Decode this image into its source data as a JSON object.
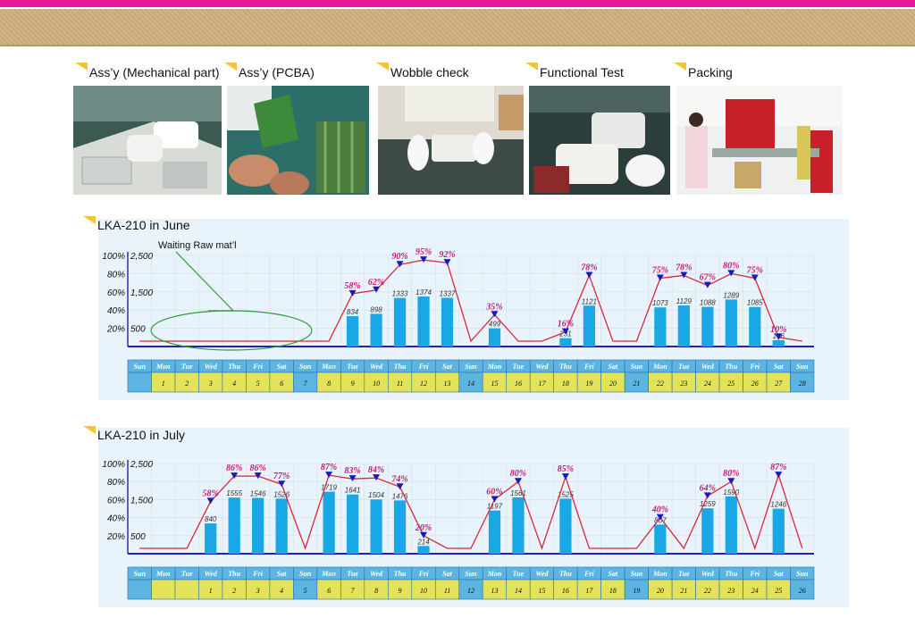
{
  "process_steps": [
    {
      "label": "Ass’y (Mechanical part)"
    },
    {
      "label": "Ass’y (PCBA)"
    },
    {
      "label": "Wobble check"
    },
    {
      "label": "Functional Test"
    },
    {
      "label": "Packing"
    }
  ],
  "colors": {
    "top_bar": "#e8189a",
    "banner": "#cdb07e",
    "bar": "#1aa7e6",
    "line": "#d9263a",
    "marker": "#1a1ab8",
    "percent_label": "#c0187a",
    "weekday_cell": "#e3e35a",
    "sunday_cell": "#5bb5e0",
    "panel": "#e9f3fc"
  },
  "chart_data": [
    {
      "type": "bar",
      "title": "LKA-210 in June",
      "y_left_ticks": [
        "100%",
        "80%",
        "60%",
        "40%",
        "20%"
      ],
      "y_right_ticks": [
        "2,500",
        "1,500",
        "500"
      ],
      "ylim": [
        0,
        2500
      ],
      "percent_lim": [
        0,
        100
      ],
      "annotation": "Waiting Raw mat’l",
      "grid": true,
      "calendar": [
        {
          "day": "Sun",
          "date": ""
        },
        {
          "day": "Mon",
          "date": "1"
        },
        {
          "day": "Tue",
          "date": "2"
        },
        {
          "day": "Wed",
          "date": "3"
        },
        {
          "day": "Thu",
          "date": "4"
        },
        {
          "day": "Fri",
          "date": "5"
        },
        {
          "day": "Sat",
          "date": "6"
        },
        {
          "day": "Sun",
          "date": "7"
        },
        {
          "day": "Mon",
          "date": "8"
        },
        {
          "day": "Tue",
          "date": "9"
        },
        {
          "day": "Wed",
          "date": "10"
        },
        {
          "day": "Thu",
          "date": "11"
        },
        {
          "day": "Fri",
          "date": "12"
        },
        {
          "day": "Sat",
          "date": "13"
        },
        {
          "day": "Sun",
          "date": "14"
        },
        {
          "day": "Mon",
          "date": "15"
        },
        {
          "day": "Tue",
          "date": "16"
        },
        {
          "day": "Wed",
          "date": "17"
        },
        {
          "day": "Thu",
          "date": "18"
        },
        {
          "day": "Fri",
          "date": "19"
        },
        {
          "day": "Sat",
          "date": "20"
        },
        {
          "day": "Sun",
          "date": "21"
        },
        {
          "day": "Mon",
          "date": "22"
        },
        {
          "day": "Tue",
          "date": "23"
        },
        {
          "day": "Wed",
          "date": "24"
        },
        {
          "day": "Thu",
          "date": "25"
        },
        {
          "day": "Fri",
          "date": "26"
        },
        {
          "day": "Sat",
          "date": "27"
        },
        {
          "day": "Sun",
          "date": "28"
        }
      ],
      "values": [
        null,
        null,
        null,
        null,
        null,
        null,
        null,
        null,
        null,
        834,
        898,
        1333,
        1374,
        1337,
        null,
        499,
        null,
        null,
        231,
        1121,
        null,
        null,
        1073,
        1129,
        1088,
        1289,
        1085,
        176,
        null
      ],
      "value_labels": [
        "",
        "",
        "",
        "",
        "",
        "",
        "",
        "",
        "",
        "834",
        "898",
        "1333",
        "1374",
        "1337",
        "",
        "499",
        "",
        "",
        "231",
        "1121",
        "",
        "",
        "1073",
        "1129",
        "1088",
        "1289",
        "1085",
        "176",
        ""
      ],
      "percent": [
        0,
        0,
        0,
        0,
        0,
        0,
        0,
        0,
        0,
        58,
        62,
        90,
        95,
        92,
        0,
        35,
        0,
        0,
        16,
        78,
        0,
        0,
        75,
        78,
        67,
        80,
        75,
        10,
        0
      ],
      "percent_labels": [
        "",
        "",
        "",
        "",
        "",
        "",
        "",
        "",
        "",
        "58%",
        "62%",
        "90%",
        "95%",
        "92%",
        "",
        "35%",
        "",
        "",
        "16%",
        "78%",
        "",
        "",
        "75%",
        "78%",
        "67%",
        "80%",
        "75%",
        "10%",
        ""
      ]
    },
    {
      "type": "bar",
      "title": "LKA-210 in July",
      "y_left_ticks": [
        "100%",
        "80%",
        "60%",
        "40%",
        "20%"
      ],
      "y_right_ticks": [
        "2,500",
        "1,500",
        "500"
      ],
      "ylim": [
        0,
        2500
      ],
      "percent_lim": [
        0,
        100
      ],
      "grid": true,
      "calendar": [
        {
          "day": "Sun",
          "date": ""
        },
        {
          "day": "Mon",
          "date": ""
        },
        {
          "day": "Tue",
          "date": ""
        },
        {
          "day": "Wed",
          "date": "1"
        },
        {
          "day": "Thu",
          "date": "2"
        },
        {
          "day": "Fri",
          "date": "3"
        },
        {
          "day": "Sat",
          "date": "4"
        },
        {
          "day": "Sun",
          "date": "5"
        },
        {
          "day": "Mon",
          "date": "6"
        },
        {
          "day": "Tue",
          "date": "7"
        },
        {
          "day": "Wed",
          "date": "8"
        },
        {
          "day": "Thu",
          "date": "9"
        },
        {
          "day": "Fri",
          "date": "10"
        },
        {
          "day": "Sat",
          "date": "11"
        },
        {
          "day": "Sun",
          "date": "12"
        },
        {
          "day": "Mon",
          "date": "13"
        },
        {
          "day": "Tue",
          "date": "14"
        },
        {
          "day": "Wed",
          "date": "15"
        },
        {
          "day": "Thu",
          "date": "16"
        },
        {
          "day": "Fri",
          "date": "17"
        },
        {
          "day": "Sat",
          "date": "18"
        },
        {
          "day": "Sun",
          "date": "19"
        },
        {
          "day": "Mon",
          "date": "20"
        },
        {
          "day": "Tue",
          "date": "21"
        },
        {
          "day": "Wed",
          "date": "22"
        },
        {
          "day": "Thu",
          "date": "23"
        },
        {
          "day": "Fri",
          "date": "24"
        },
        {
          "day": "Sat",
          "date": "25"
        },
        {
          "day": "Sun",
          "date": "26"
        }
      ],
      "values": [
        null,
        null,
        null,
        840,
        1555,
        1546,
        1526,
        null,
        1719,
        1641,
        1504,
        1476,
        214,
        null,
        null,
        1197,
        1561,
        null,
        1525,
        null,
        null,
        null,
        807,
        null,
        1259,
        1590,
        null,
        1246,
        null
      ],
      "value_labels": [
        "",
        "",
        "",
        "840",
        "1555",
        "1546",
        "1526",
        "",
        "1719",
        "1641",
        "1504",
        "1476",
        "214",
        "",
        "",
        "1197",
        "1561",
        "",
        "1525",
        "",
        "",
        "",
        "807",
        "",
        "1259",
        "1590",
        "",
        "1246",
        ""
      ],
      "percent": [
        0,
        0,
        0,
        58,
        86,
        86,
        77,
        0,
        87,
        83,
        84,
        74,
        20,
        0,
        0,
        60,
        80,
        0,
        85,
        0,
        0,
        0,
        40,
        0,
        64,
        80,
        0,
        87,
        0
      ],
      "percent_labels": [
        "",
        "",
        "",
        "58%",
        "86%",
        "86%",
        "77%",
        "",
        "87%",
        "83%",
        "84%",
        "74%",
        "20%",
        "",
        "",
        "60%",
        "80%",
        "",
        "85%",
        "",
        "",
        "",
        "40%",
        "",
        "64%",
        "80%",
        "",
        "87%",
        ""
      ]
    }
  ]
}
